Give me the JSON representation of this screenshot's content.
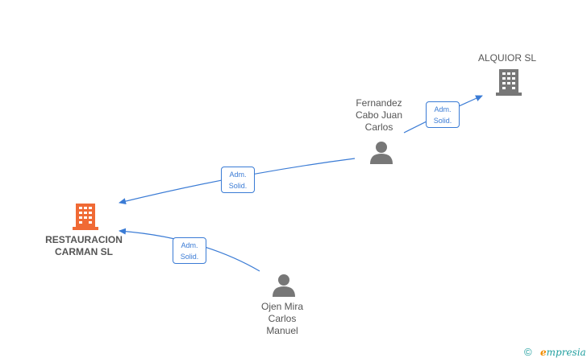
{
  "nodes": {
    "restauracion": {
      "label_line1": "RESTAURACION",
      "label_line2": "CARMAN SL",
      "type": "company",
      "color": "#f06a35"
    },
    "alquior": {
      "label": "ALQUIOR SL",
      "type": "company",
      "color": "#777777"
    },
    "fernandez": {
      "label_line1": "Fernandez",
      "label_line2": "Cabo Juan",
      "label_line3": "Carlos",
      "type": "person"
    },
    "ojen": {
      "label_line1": "Ojen Mira",
      "label_line2": "Carlos",
      "label_line3": "Manuel",
      "type": "person"
    }
  },
  "edges": [
    {
      "line1": "Adm.",
      "line2": "Solid."
    },
    {
      "line1": "Adm.",
      "line2": "Solid."
    },
    {
      "line1": "Adm.",
      "line2": "Solid."
    }
  ],
  "footer": {
    "copyright": "©",
    "brand_initial": "e",
    "brand_rest": "mpresia"
  },
  "colors": {
    "edge": "#3a7bd5",
    "person_icon": "#777777"
  }
}
